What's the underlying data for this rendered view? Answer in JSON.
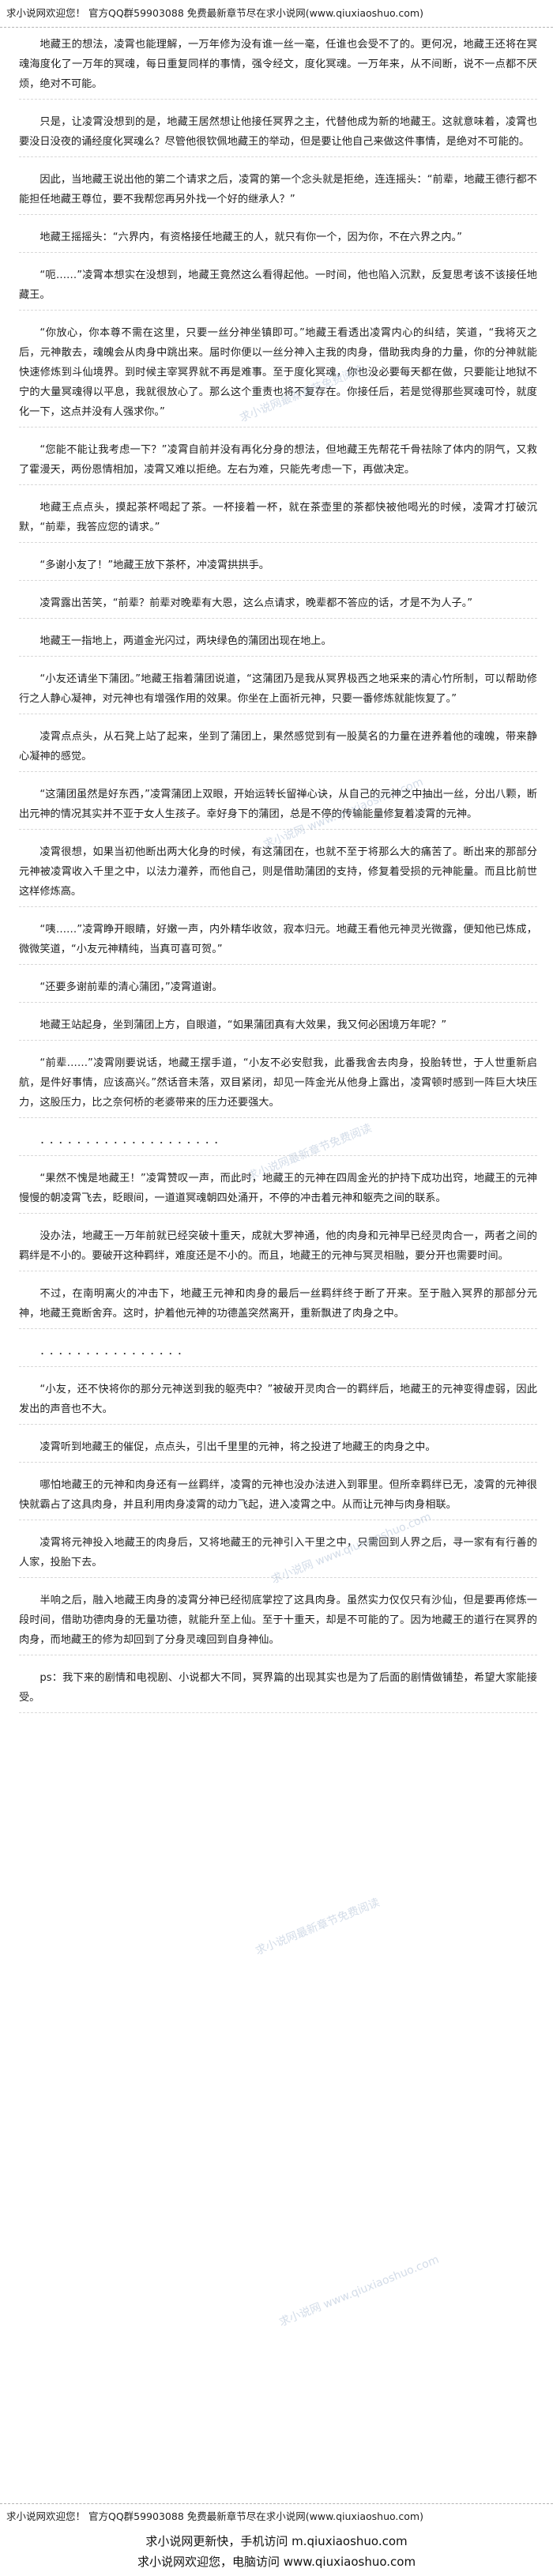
{
  "header": {
    "banner": "求小说网欢迎您！ 官方QQ群59903088 免费最新章节尽在求小说网(www.qiuxiaoshuo.com)"
  },
  "watermarks": [
    "求小说网最新章节免费阅读",
    "求小说网 www.qiuxiaoshuo.com",
    "求小说网最新章节免费阅读",
    "求小说网 www.qiuxiaoshuo.com",
    "求小说网最新章节免费阅读",
    "求小说网 www.qiuxiaoshuo.com"
  ],
  "paragraphs": [
    "地藏王的想法，凌霄也能理解，一万年修为没有谁一丝一毫，任谁也会受不了的。更何况，地藏王还将在冥魂海度化了一万年的冥魂，每日重复同样的事情，强令经文，度化冥魂。一万年来，从不间断，说不一点都不厌烦，绝对不可能。",
    "只是，让凌霄没想到的是，地藏王居然想让他接任冥界之主，代替他成为新的地藏王。这就意味着，凌霄也要没日没夜的诵经度化冥魂么？尽管他很钦佩地藏王的举动，但是要让他自己来做这件事情，是绝对不可能的。",
    "因此，当地藏王说出他的第二个请求之后，凌霄的第一个念头就是拒绝，连连摇头：“前辈，地藏王德行都不能担任地藏王尊位，要不我帮您再另外找一个好的继承人？”",
    "地藏王摇摇头：“六界内，有资格接任地藏王的人，就只有你一个，因为你，不在六界之内。”",
    "“呃……”凌霄本想实在没想到，地藏王竟然这么看得起他。一时间，他也陷入沉默，反复思考该不该接任地藏王。",
    "“你放心，你本尊不需在这里，只要一丝分神坐镇即可。”地藏王看透出凌霄内心的纠结，笑道，“我将灭之后，元神散去，魂魄会从肉身中跳出来。届时你便以一丝分神入主我的肉身，借助我肉身的力量，你的分神就能快速修炼到斗仙境界。到时候主宰冥界就不再是难事。至于度化冥魂，你也没必要每天都在做，只要能让地狱不宁的大量冥魂得以平息，我就很放心了。那么这个重责也将不复存在。你接任后，若是觉得那些冥魂可怜，就度化一下，这点并没有人强求你。”",
    "“您能不能让我考虑一下？”凌霄自前并没有再化分身的想法，但地藏王先帮花千骨祛除了体内的阴气，又救了霍漫天，两份恩情相加，凌霄又难以拒绝。左右为难，只能先考虑一下，再做决定。",
    "地藏王点点头，摸起茶杯喝起了茶。一杯接着一杯，就在茶壶里的茶都快被他喝光的时候，凌霄才打破沉默，“前辈，我答应您的请求。”",
    "“多谢小友了！”地藏王放下茶杯，冲凌霄拱拱手。",
    "凌霄露出苦笑，“前辈？前辈对晚辈有大恩，这么点请求，晚辈都不答应的话，才是不为人子。”",
    "地藏王一指地上，两道金光闪过，两块绿色的蒲团出现在地上。",
    "“小友还请坐下蒲团。”地藏王指着蒲团说道，“这蒲团乃是我从冥界极西之地采来的清心竹所制，可以帮助修行之人静心凝神，对元神也有增强作用的效果。你坐在上面祈元神，只要一番修炼就能恢复了。”",
    "凌霄点点头，从石凳上站了起来，坐到了蒲团上，果然感觉到有一股莫名的力量在进养着他的魂魄，带来静心凝神的感觉。",
    "“这蒲团虽然是好东西，”凌霄蒲团上双眼，开始运转长留禅心诀，从自己的元神之中抽出一丝，分出八颗，断出元神的情况其实并不亚于女人生孩子。幸好身下的蒲团，总是不停的传输能量修复着凌霄的元神。",
    "凌霄很想，如果当初他断出两大化身的时候，有这蒲团在，也就不至于将那么大的痛苦了。断出来的那部分元神被凌霄收入千里之中，以法力灌养，而他自己，则是借助蒲团的支持，修复着受损的元神能量。而且比前世这样修炼高。",
    "“咦……”凌霄睁开眼睛，好嫩一声，内外精华收敛，寂本归元。地藏王看他元神灵光微露，便知他已炼成，微微笑道，“小友元神精纯，当真可喜可贺。”",
    "“还要多谢前辈的清心蒲团，”凌霄道谢。",
    "地藏王站起身，坐到蒲团上方，自眼道，“如果蒲团真有大效果，我又何必困境万年呢？”",
    "“前辈……”凌霄刚要说话，地藏王摆手道，“小友不必安慰我，此番我舍去肉身，投胎转世，于人世重新启航，是件好事情，应该高兴。”然话音未落，双目紧闭，却见一阵金光从他身上露出，凌霄顿时感到一阵巨大块压力，这股压力，比之奈何桥的老婆带来的压力还要强大。",
    "．．．．．．．．．．．．．．．．．．．．",
    "“果然不愧是地藏王！”凌霄赞叹一声，而此时，地藏王的元神在四周金光的护持下成功出窍，地藏王的元神慢慢的朝凌霄飞去，眨眼间，一道道冥魂朝四处涌开，不停的冲击着元神和躯壳之间的联系。",
    "没办法，地藏王一万年前就已经突破十重天，成就大罗神通，他的肉身和元神早已经灵肉合一，两者之间的羁绊是不小的。要破开这种羁绊，难度还是不小的。而且，地藏王的元神与冥灵相融，要分开也需要时间。",
    "不过，在南明离火的冲击下，地藏王元神和肉身的最后一丝羁绊终于断了开来。至于融入冥界的那部分元神，地藏王竟断舍弃。这时，护着他元神的功德盖突然离开，重新飘进了肉身之中。",
    "．．．．．．．．．．．．．．．．",
    "“小友，还不快将你的那分元神送到我的躯壳中？”被破开灵肉合一的羁绊后，地藏王的元神变得虚弱，因此发出的声音也不大。",
    "凌霄听到地藏王的催促，点点头，引出千里里的元神，将之投进了地藏王的肉身之中。",
    "哪怕地藏王的元神和肉身还有一丝羁绊，凌霄的元神也没办法进入到罪里。但所幸羁绊已无，凌霄的元神很快就霸占了这具肉身，并且利用肉身凌霄的动力飞起，进入凌霄之中。从而让元神与肉身相联。",
    "凌霄将元神投入地藏王的肉身后，又将地藏王的元神引入干里之中，只需回到人界之后，寻一家有有行善的人家，投胎下去。",
    "半响之后，融入地藏王肉身的凌霄分神已经彻底掌控了这具肉身。虽然实力仅仅只有沙仙，但是要再修炼一段时间，借助功德肉身的无量功德，就能升至上仙。至于十重天，却是不可能的了。因为地藏王的道行在冥界的肉身，而地藏王的修为却回到了分身灵魂回到自身神仙。",
    "ps：我下来的剧情和电视剧、小说都大不同，冥界篇的出现其实也是为了后面的剧情做铺垫，希望大家能接受。"
  ],
  "footer": {
    "banner": "求小说网欢迎您！ 官方QQ群59903088 免费最新章节尽在求小说网(www.qiuxiaoshuo.com)",
    "mobile_line": "求小说网更新快，手机访问 m.qiuxiaoshuo.com",
    "pc_line": "求小说网欢迎您，电脑访问 www.qiuxiaoshuo.com"
  }
}
